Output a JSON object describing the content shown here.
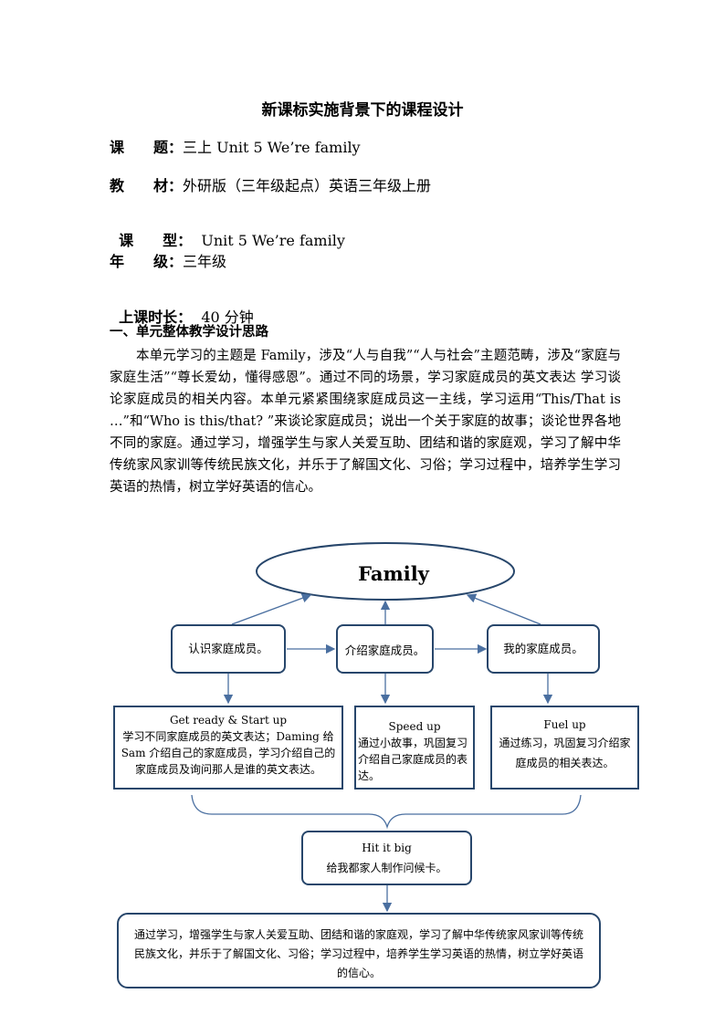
{
  "title": "新课标实施背景下的课程设计",
  "meta": [
    {
      "label": "课　　题：",
      "value": "三上 Unit 5 We’re family"
    },
    {
      "label": "教　　材：",
      "value": "外研版（三年级起点）英语三年级上册"
    },
    {
      "label": "课　　型：",
      "value": "  Unit 5 We’re family"
    },
    {
      "label": "年　　级：",
      "value": "三年级"
    },
    {
      "label": "上课时长：",
      "value": "  40 分钟"
    }
  ],
  "section1": {
    "heading": "一、单元整体教学设计思路",
    "paragraph": "本单元学习的主题是 Family，涉及“人与自我”“人与社会”主题范畴，涉及“家庭与家庭生活”“尊长爱幼，懂得感恩”。通过不同的场景，学习家庭成员的英文表达 学习谈论家庭成员的相关内容。本单元紧紧围绕家庭成员这一主线，学习运用“This/That is …”和“Who is this/that? ”来谈论家庭成员；说出一个关于家庭的故事；谈论世界各地不同的家庭。通过学习，增强学生与家人关爱互助、团结和谐的家庭观，学习了解中华传统家风家训等传统民族文化，并乐于了解国文化、习俗；学习过程中，培养学生学习英语的热情，树立学好英语的信心。"
  },
  "diagram": {
    "center": "Family",
    "level1": [
      "认识家庭成员。",
      "介绍家庭成员。",
      "我的家庭成员。"
    ],
    "level2": [
      {
        "title": "Get ready & Start up",
        "text": "学习不同家庭成员的英文表达；Daming 给 Sam 介绍自己的家庭成员，学习介绍自己的家庭成员及询问那人是谁的英文表达。"
      },
      {
        "title": "Speed up",
        "text": "通过小故事，巩固复习介绍自己家庭成员的表达。"
      },
      {
        "title": "Fuel up",
        "text": "通过练习，巩固复习介绍家庭成员的相关表达。"
      }
    ],
    "hit": {
      "title": "Hit it big",
      "text": "给我都家人制作问候卡。"
    },
    "summary": "通过学习，增强学生与家人关爱互助、团结和谐的家庭观，学习了解中华传统家风家训等传统民族文化，并乐于了解国文化、习俗；学习过程中，培养学生学习英语的热情，树立学好英语的信心。"
  }
}
